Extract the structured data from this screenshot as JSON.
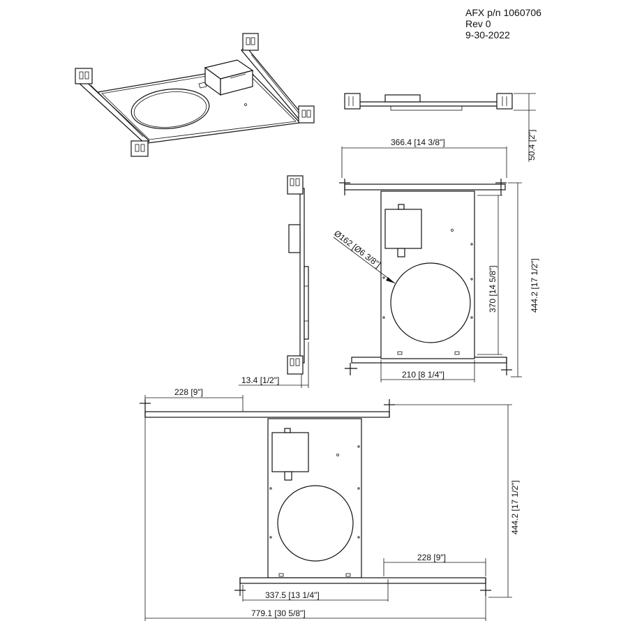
{
  "header": {
    "part_number": "AFX p/n 1060706",
    "revision": "Rev 0",
    "date": "9-30-2022"
  },
  "dimensions": {
    "side_height": "50.4 [2\"]",
    "top_width": "366.4 [14 3/8\"]",
    "hole_diameter": "Ø162 [Ø6 3/8\"]",
    "panel_height": "370 [14 5/8\"]",
    "overall_height": "444.2 [17 1/2\"]",
    "panel_width": "210 [8 1/4\"]",
    "flange_depth": "13.4 [1/2\"]",
    "bar_extension_left": "228 [9\"]",
    "bar_extension_right": "228 [9\"]",
    "overall_height_extended": "444.2 [17 1/2\"]",
    "retracted_width": "337.5 [13 1/4\"]",
    "extended_width": "779.1 [30 5/8\"]"
  }
}
